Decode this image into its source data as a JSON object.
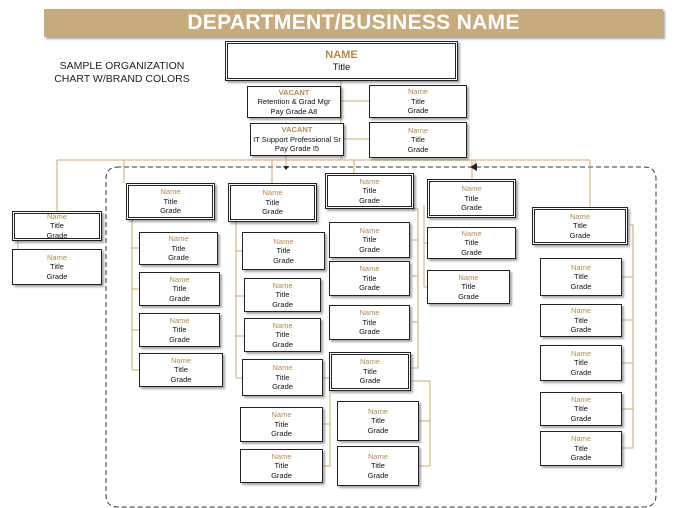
{
  "header": {
    "title": "DEPARTMENT/BUSINESS NAME"
  },
  "side_note": "SAMPLE ORGANIZATION CHART W/BRAND COLORS",
  "colors": {
    "brand_tan": "#c5ab7d",
    "name_text": "#b48a52",
    "connector": "#c9a97a",
    "dashed_border": "#333333"
  },
  "top": {
    "name": "NAME",
    "title": "Title"
  },
  "vacant_1": {
    "status": "VACANT",
    "role": "Retention & Grad Mgr",
    "grade": "Pay Grade A8"
  },
  "vacant_2": {
    "status": "VACANT",
    "role": "IT Support Professional Sr",
    "grade": "Pay Grade I5"
  },
  "generic": {
    "name": "Name",
    "title": "Title",
    "grade": "Grade"
  }
}
